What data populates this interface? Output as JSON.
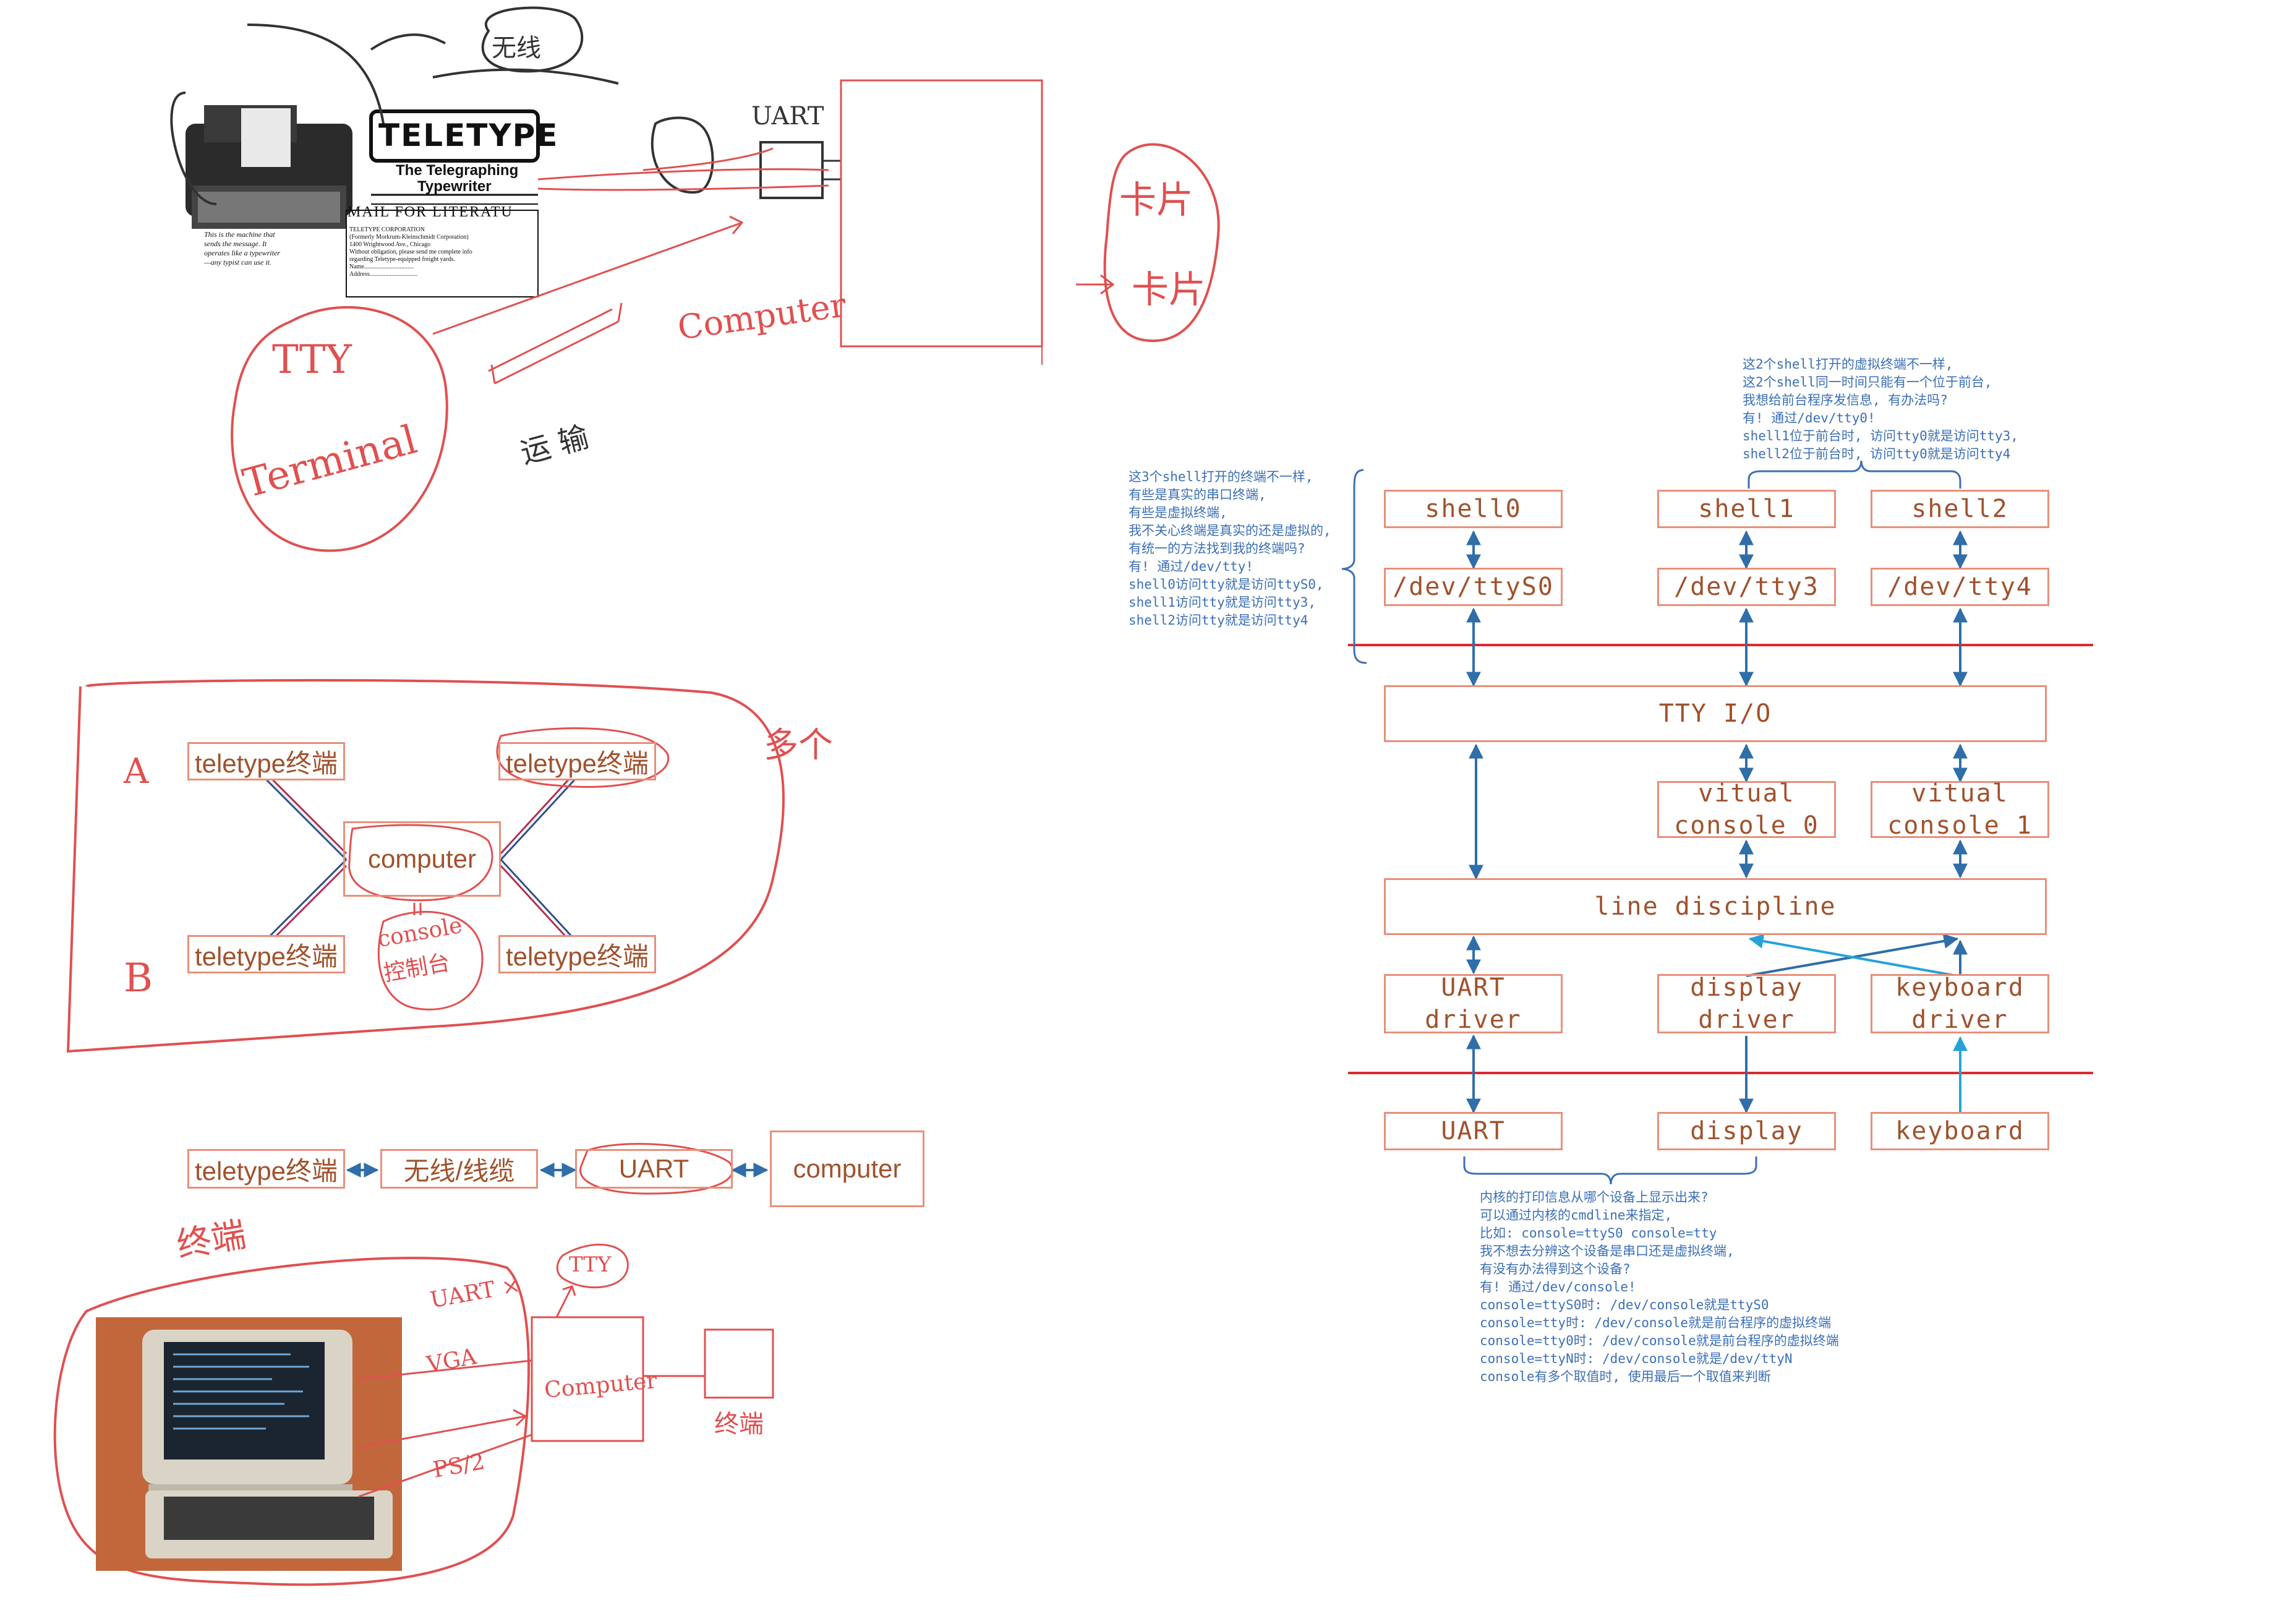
{
  "top_left": {
    "ad_headline": "TELETYPE",
    "ad_subhead_1": "The Telegraphing",
    "ad_subhead_2": "Typewriter",
    "ad_mail": "MAIL FOR LITERATU",
    "ad_caption": "This is the machine that\nsends the message. It\noperates like a typewriter\n—any typist can use it.",
    "ad_coupon": "TELETYPE CORPORATION\n(Formerly Morkrum-Kleinschmidt Corporation)\n1400 Wrightwood Ave., Chicago\nWithout obligation, please send me complete info\nregarding Teletype-equipped freight yards.\nName................................\nAddress...............................",
    "hand_wireless": "无线",
    "hand_uart": "UART",
    "hand_computer": "Computer",
    "hand_tty": "TTY",
    "hand_terminal": "Terminal",
    "hand_transport": "运 输",
    "hand_card_1": "卡片",
    "hand_card_2": "卡片"
  },
  "middle_left": {
    "label_a": "A",
    "label_b": "B",
    "hand_many": "多个",
    "tl": "teletype终端",
    "tr": "teletype终端",
    "bl": "teletype终端",
    "br": "teletype终端",
    "computer": "computer",
    "hand_console": "console\n控制台"
  },
  "bottom_chain": {
    "teletype": "teletype终端",
    "wireless": "无线/线缆",
    "uart": "UART",
    "computer": "computer"
  },
  "bottom_left": {
    "hand_terminal": "终端",
    "hand_uart": "UART ×",
    "hand_vga": "VGA",
    "hand_ps2": "PS/2",
    "hand_tty": "TTY",
    "hand_computer": "Computer",
    "hand_terminal2": "终端"
  },
  "diagram": {
    "shell0": "shell0",
    "shell1": "shell1",
    "shell2": "shell2",
    "ttyS0": "/dev/ttyS0",
    "tty3": "/dev/tty3",
    "tty4": "/dev/tty4",
    "tty_io": "TTY I/O",
    "vc0": "vitual\nconsole 0",
    "vc1": "vitual\nconsole 1",
    "line_discipline": "line discipline",
    "uart_driver": "UART\ndriver",
    "display_driver": "display\ndriver",
    "keyboard_driver": "keyboard\ndriver",
    "uart": "UART",
    "display": "display",
    "keyboard": "keyboard"
  },
  "notes": {
    "left_note": "这3个shell打开的终端不一样,\n有些是真实的串口终端,\n有些是虚拟终端,\n我不关心终端是真实的还是虚拟的,\n有统一的方法找到我的终端吗?\n有! 通过/dev/tty!\nshell0访问tty就是访问ttyS0,\nshell1访问tty就是访问tty3,\nshell2访问tty就是访问tty4",
    "top_note": "这2个shell打开的虚拟终端不一样,\n这2个shell同一时间只能有一个位于前台,\n我想给前台程序发信息, 有办法吗?\n有! 通过/dev/tty0!\nshell1位于前台时, 访问tty0就是访问tty3,\nshell2位于前台时, 访问tty0就是访问tty4",
    "bottom_note": "内核的打印信息从哪个设备上显示出来?\n可以通过内核的cmdline来指定,\n比如: console=ttyS0 console=tty\n我不想去分辨这个设备是串口还是虚拟终端,\n有没有办法得到这个设备?\n有! 通过/dev/console!\nconsole=ttyS0时: /dev/console就是ttyS0\nconsole=tty时: /dev/console就是前台程序的虚拟终端\nconsole=tty0时: /dev/console就是前台程序的虚拟终端\nconsole=ttyN时: /dev/console就是/dev/ttyN\nconsole有多个取值时, 使用最后一个取值来判断"
  },
  "colors": {
    "box_border": "#e8907a",
    "box_text": "#a0522d",
    "arrow_blue": "#2f6ea8",
    "arrow_light": "#25a3d8",
    "red_line": "#e0282d",
    "note_blue": "#3b6fb6",
    "sketch_red": "#e05050"
  }
}
